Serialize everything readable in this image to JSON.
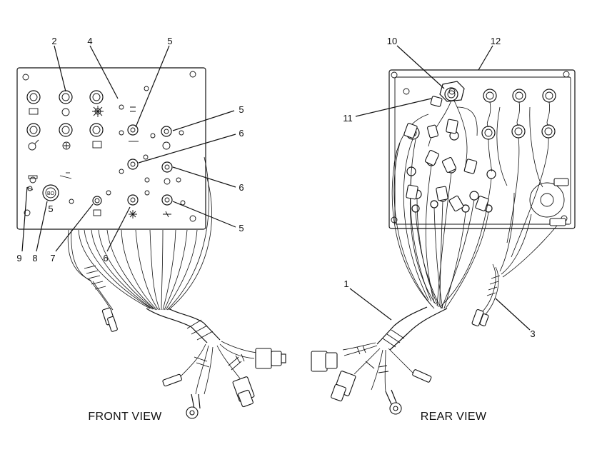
{
  "views": {
    "front": {
      "label": "FRONT VIEW"
    },
    "rear": {
      "label": "REAR VIEW"
    }
  },
  "callouts": {
    "front": {
      "c2": "2",
      "c4": "4",
      "c5_top": "5",
      "c5_r1": "5",
      "c6_r1": "6",
      "c6_r2": "6",
      "c5_r2": "5",
      "c9": "9",
      "c8": "8",
      "c7": "7",
      "c6_bottom": "6",
      "c5_under_switch": "5"
    },
    "rear": {
      "c10": "10",
      "c12": "12",
      "c11": "11",
      "c1": "1",
      "c3": "3"
    }
  },
  "switch_text": "BO"
}
